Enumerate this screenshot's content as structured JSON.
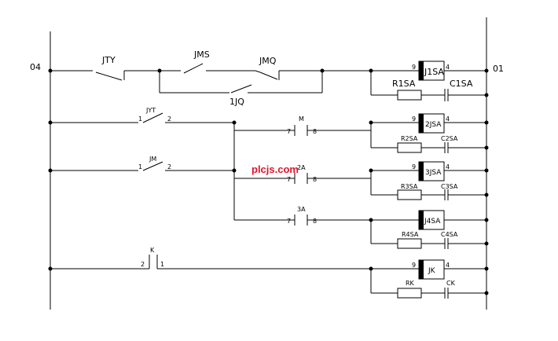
{
  "terminals": {
    "left": "04",
    "right": "01"
  },
  "row1": {
    "contact_jty": "JTY",
    "contact_jms": "JMS",
    "contact_jmq": "JMQ",
    "contact_1jq": "1JQ",
    "relay": {
      "pin_left": "9",
      "pin_right": "4",
      "name": "J1SA"
    },
    "resistor": "R1SA",
    "capacitor": "C1SA"
  },
  "row2": {
    "contact_jyt": {
      "name": "JYT",
      "pin_left": "1",
      "pin_right": "2"
    },
    "contact_m": {
      "name": "M",
      "pin_left": "7",
      "pin_right": "8"
    },
    "relay": {
      "pin_left": "9",
      "pin_right": "4",
      "name": "2JSA"
    },
    "resistor": "R2SA",
    "capacitor": "C2SA"
  },
  "row3": {
    "contact_jm": {
      "name": "JM",
      "pin_left": "1",
      "pin_right": "2"
    },
    "contact_2a": {
      "name": "2A",
      "pin_left": "7",
      "pin_right": "8"
    },
    "relay": {
      "pin_left": "9",
      "pin_right": "4",
      "name": "3JSA"
    },
    "resistor": "R3SA",
    "capacitor": "C3SA"
  },
  "row4": {
    "contact_3a": {
      "name": "3A",
      "pin_left": "7",
      "pin_right": "8"
    },
    "relay": {
      "name": "J4SA"
    },
    "resistor": "R4SA",
    "capacitor": "C4SA"
  },
  "row5": {
    "contact_k": {
      "name": "K",
      "pin_left": "2",
      "pin_right": "1"
    },
    "relay": {
      "pin_left": "9",
      "pin_right": "4",
      "name": "JK"
    },
    "resistor": "RK",
    "capacitor": "CK"
  },
  "watermark": "plcjs.com"
}
